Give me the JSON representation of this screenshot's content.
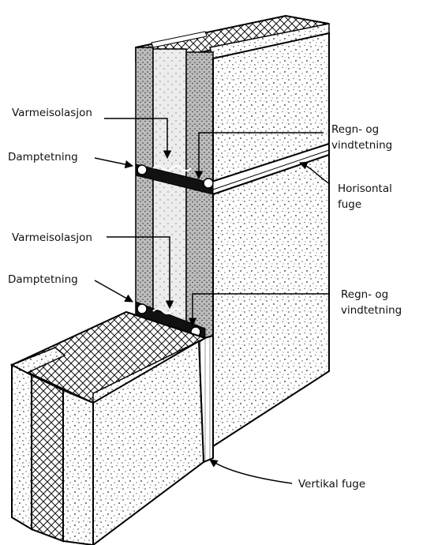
{
  "labels": {
    "varmeisolasjon_top": "Varmeisolasjon",
    "damptetning_top": "Damptetning",
    "varmeisolasjon_mid": "Varmeisolasjon",
    "damptetning_mid": "Damptetning",
    "regn_top_line1": "Regn- og",
    "regn_top_line2": "vindtetning",
    "horisontal_line1": "Horisontal",
    "horisontal_line2": "fuge",
    "regn_mid_line1": "Regn- og",
    "regn_mid_line2": "vindtetning",
    "vertikal": "Vertikal fuge"
  }
}
